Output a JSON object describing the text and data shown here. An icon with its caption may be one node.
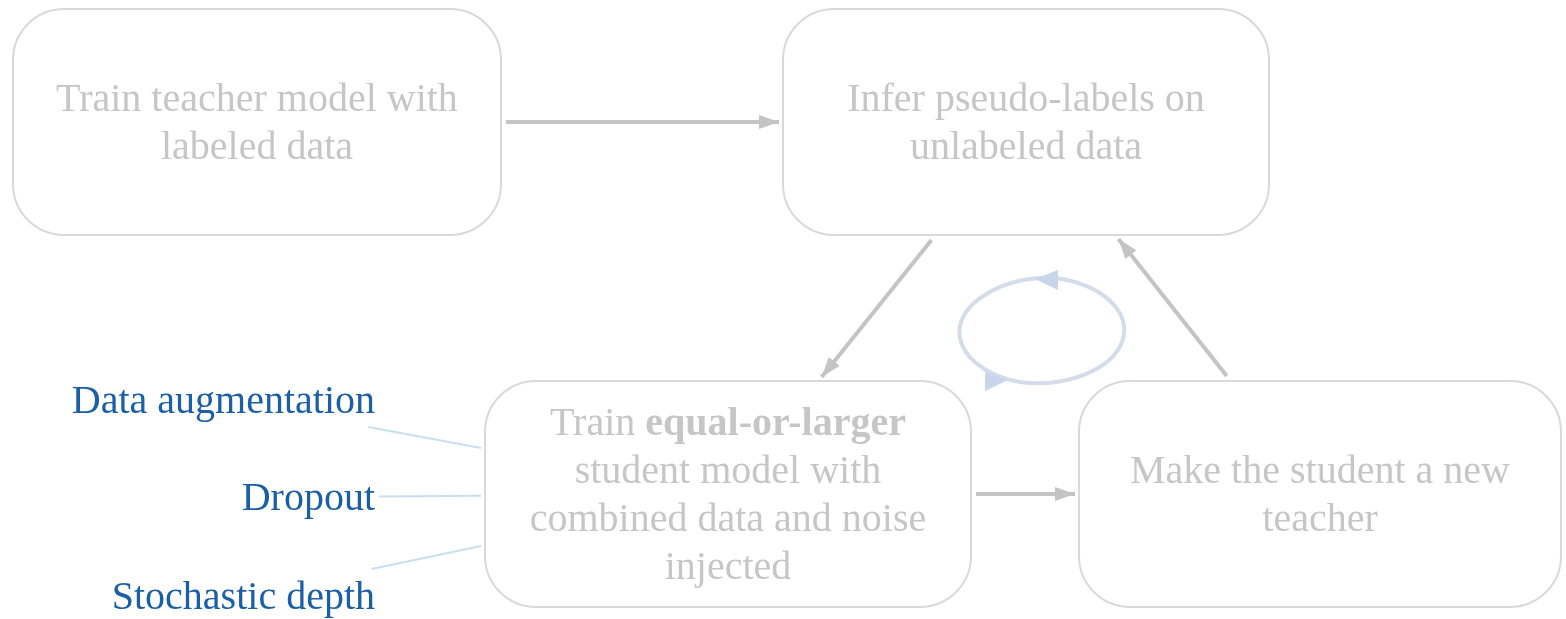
{
  "diagram": {
    "nodes": [
      {
        "text": [
          "Train teacher model with labeled data"
        ]
      },
      {
        "text": [
          "Infer pseudo-labels on unlabeled data"
        ]
      },
      {
        "text": [
          "Data augmentation"
        ]
      },
      {
        "text": [
          "Dropout"
        ]
      },
      {
        "text": [
          "Stochastic depth"
        ]
      },
      {
        "text": [
          "Train **equal-or-larger** student model with combined data and noise injected"
        ]
      },
      {
        "text": [
          "Make the student a new teacher"
        ]
      }
    ],
    "edges": [
      {
        "from": 0,
        "to": 1,
        "arrow": "to"
      },
      {
        "from": 1,
        "to": 5,
        "arrow": "to"
      },
      {
        "from": 6,
        "to": 1,
        "arrow": "to"
      },
      {
        "from": 5,
        "to": 6,
        "arrow": "to"
      },
      {
        "from": 2,
        "to": 5,
        "arrow": "none",
        "color": "#c9dff0"
      },
      {
        "from": 3,
        "to": 5,
        "arrow": "none",
        "color": "#c9dff0"
      },
      {
        "from": 4,
        "to": 5,
        "arrow": "none",
        "color": "#c9dff0"
      }
    ]
  }
}
